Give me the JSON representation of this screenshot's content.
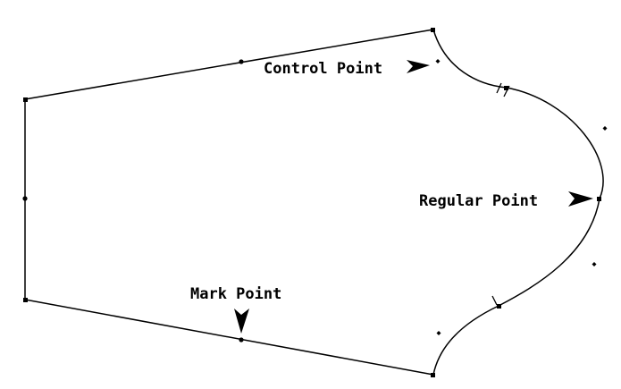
{
  "labels": {
    "control_point": "Control Point",
    "regular_point": "Regular Point",
    "mark_point": "Mark Point"
  },
  "colors": {
    "line": "#000000",
    "background": "#ffffff"
  }
}
